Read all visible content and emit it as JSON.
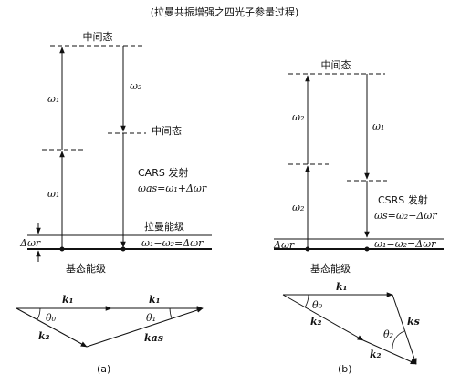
{
  "title": "(拉曼共振增强之四光子参量过程)",
  "left_panel": {
    "label_intermediate_top": "中间态",
    "label_intermediate_mid": "中间态",
    "omega1_upper": "ω₁",
    "omega1_lower": "ω₁",
    "omega2": "ω₂",
    "emission_title": "CARS 发射",
    "emission_eq": "ωas=ω₁+Δωr",
    "raman_level": "拉曼能级",
    "difference_eq": "ω₁−ω₂=Δωr",
    "delta_label": "Δωr",
    "ground_level": "基态能级",
    "vec_k1_a": "k₁",
    "vec_k1_b": "k₁",
    "vec_k2": "k₂",
    "vec_kas": "kas",
    "theta0": "θ₀",
    "theta1": "θ₁",
    "caption": "(a)"
  },
  "right_panel": {
    "label_intermediate": "中间态",
    "omega2_upper": "ω₂",
    "omega2_lower": "ω₂",
    "omega1": "ω₁",
    "emission_title": "CSRS 发射",
    "emission_eq": "ωs=ω₂−Δωr",
    "difference_eq": "ω₁−ω₂=Δωr",
    "delta_label": "Δωr",
    "ground_level": "基态能级",
    "vec_k1": "k₁",
    "vec_k2_a": "k₂",
    "vec_k2_b": "k₂",
    "vec_ks": "ks",
    "theta0": "θ₀",
    "theta2": "θ₂",
    "caption": "(b)"
  }
}
